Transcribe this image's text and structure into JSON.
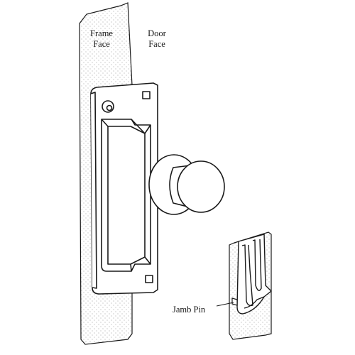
{
  "labels": {
    "frame_face_line1": "Frame",
    "frame_face_line2": "Face",
    "door_face_line1": "Door",
    "door_face_line2": "Face",
    "jamb_pin": "Jamb Pin"
  },
  "colors": {
    "stroke": "#1a1a1a",
    "background": "#ffffff",
    "stipple": "#8c8c8c"
  }
}
